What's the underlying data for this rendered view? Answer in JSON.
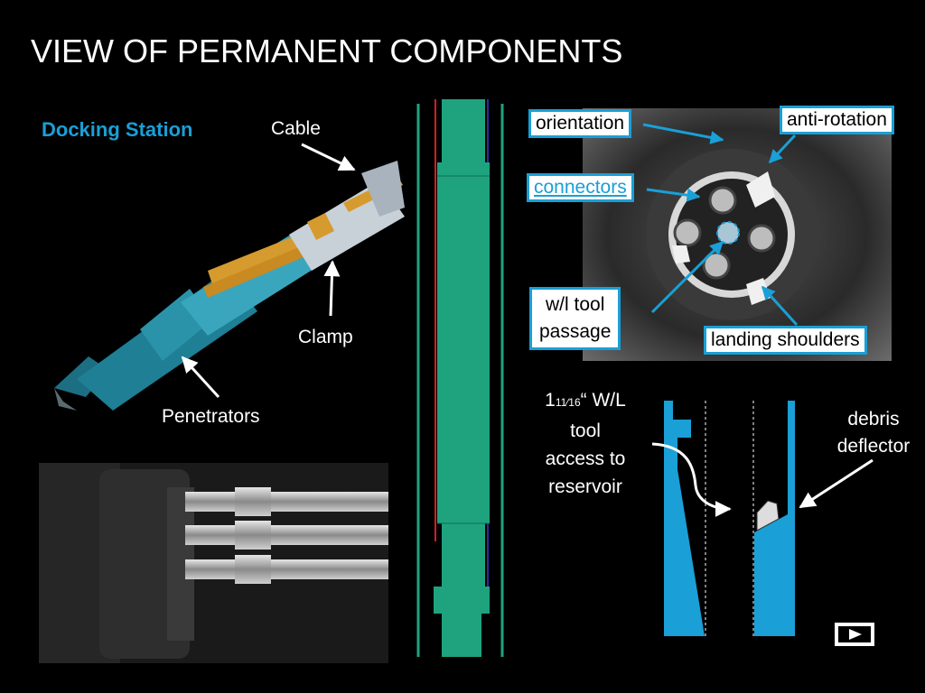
{
  "title": "VIEW OF PERMANENT COMPONENTS",
  "docking_station": {
    "heading": "Docking Station",
    "labels": {
      "cable": "Cable",
      "clamp": "Clamp",
      "penetrators": "Penetrators"
    }
  },
  "photo_labels": {
    "orientation": "orientation",
    "anti_rotation": "anti-rotation",
    "connectors": "connectors",
    "wl_tool_line1": "w/l tool",
    "wl_tool_line2": "passage",
    "landing_shoulders": "landing shoulders"
  },
  "access": {
    "size_whole": "1",
    "size_fraction": "11⁄16",
    "size_rest": "“ W/L",
    "line2": "tool",
    "line3": "access to",
    "line4": "reservoir"
  },
  "debris": {
    "line1": "debris",
    "line2": "deflector"
  },
  "colors": {
    "accent": "#1a9fd6",
    "tubing": "#1fa37f",
    "clamp_blue": "#1e7f95",
    "cable_gold": "#d59b2e"
  },
  "icons": {
    "play_button": "play-icon"
  }
}
